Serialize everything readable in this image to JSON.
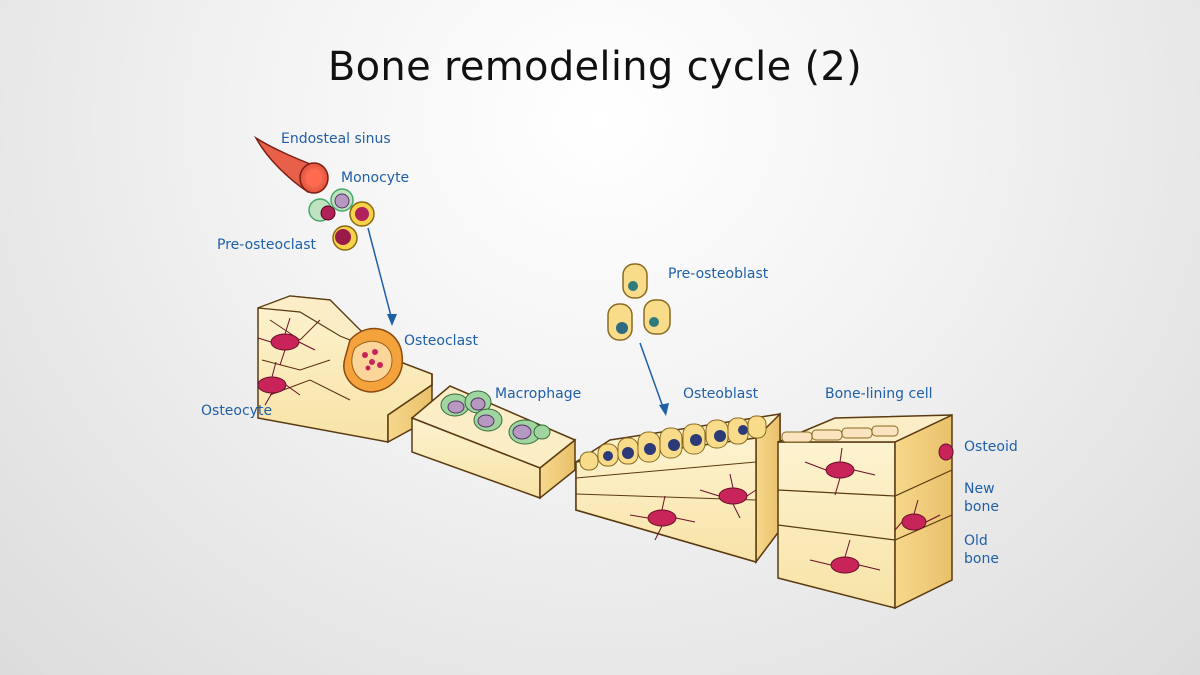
{
  "title": "Bone remodeling cycle (2)",
  "labels": {
    "endosteal_sinus": "Endosteal sinus",
    "monocyte": "Monocyte",
    "pre_osteoclast": "Pre-osteoclast",
    "osteoclast": "Osteoclast",
    "osteocyte": "Osteocyte",
    "macrophage": "Macrophage",
    "pre_osteoblast": "Pre-osteoblast",
    "osteoblast": "Osteoblast",
    "bone_lining_cell": "Bone-lining cell",
    "osteoid": "Osteoid",
    "new_bone_1": "New",
    "new_bone_2": "bone",
    "old_bone_1": "Old",
    "old_bone_2": "bone"
  },
  "colors": {
    "label": "#1f5fa8",
    "bone": "#fbe8b0",
    "osteocyte": "#c8245a",
    "osteoclast": "#f4a23c",
    "macrophage": "#9fd6a0",
    "pre_osteoblast": "#f8dc8a",
    "nucleus": "#2c3a78"
  }
}
